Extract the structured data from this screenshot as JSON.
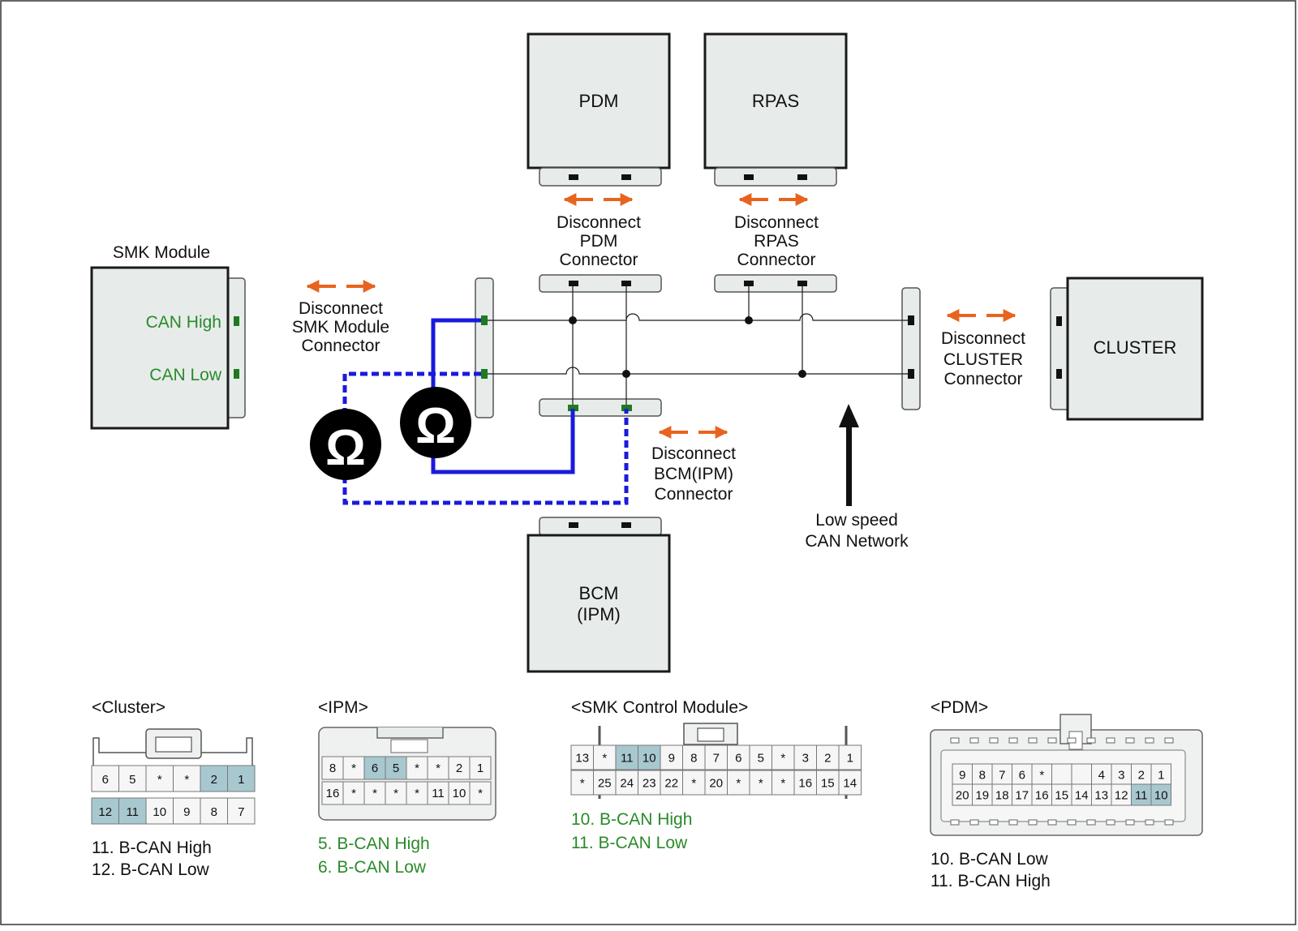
{
  "modules": {
    "pdm": "PDM",
    "rpas": "RPAS",
    "smk": "SMK Module",
    "can_high": "CAN High",
    "can_low": "CAN Low",
    "cluster": "CLUSTER",
    "bcm_line1": "BCM",
    "bcm_line2": "(IPM)"
  },
  "labels": {
    "pdm_disc": [
      "Disconnect",
      "PDM",
      "Connector"
    ],
    "rpas_disc": [
      "Disconnect",
      "RPAS",
      "Connector"
    ],
    "smk_disc": [
      "Disconnect",
      "SMK Module",
      "Connector"
    ],
    "cluster_disc": [
      "Disconnect",
      "CLUSTER",
      "Connector"
    ],
    "bcm_disc": [
      "Disconnect",
      "BCM(IPM)",
      "Connector"
    ],
    "network": [
      "Low speed",
      "CAN Network"
    ],
    "ohm_symbol": "Ω"
  },
  "colors": {
    "arrow": "#e8641e",
    "wire": "#1a1adc",
    "green_text": "#2a8a2a",
    "pin_highlight": "#a8c8d0",
    "module_fill": "#e7ecea"
  },
  "connectors": {
    "cluster": {
      "title": "<Cluster>",
      "row1": [
        "6",
        "5",
        "*",
        "*",
        "2",
        "1"
      ],
      "row2": [
        "12",
        "11",
        "10",
        "9",
        "8",
        "7"
      ],
      "notes": [
        "11. B-CAN High",
        "12. B-CAN Low"
      ]
    },
    "ipm": {
      "title": "<IPM>",
      "row1": [
        "8",
        "*",
        "6",
        "5",
        "*",
        "*",
        "2",
        "1"
      ],
      "row2": [
        "16",
        "*",
        "*",
        "*",
        "*",
        "11",
        "10",
        "*"
      ],
      "notes": [
        "5. B-CAN High",
        "6. B-CAN Low"
      ]
    },
    "smk": {
      "title": "<SMK Control Module>",
      "row1": [
        "13",
        "*",
        "11",
        "10",
        "9",
        "8",
        "7",
        "6",
        "5",
        "*",
        "3",
        "2",
        "1"
      ],
      "row2": [
        "*",
        "25",
        "24",
        "23",
        "22",
        "*",
        "20",
        "*",
        "*",
        "*",
        "16",
        "15",
        "14"
      ],
      "notes": [
        "10. B-CAN High",
        "11. B-CAN Low"
      ]
    },
    "pdm": {
      "title": "<PDM>",
      "row1": [
        "9",
        "8",
        "7",
        "6",
        "*",
        "",
        "",
        "4",
        "3",
        "2",
        "1"
      ],
      "row2": [
        "20",
        "19",
        "18",
        "17",
        "16",
        "15",
        "14",
        "13",
        "12",
        "11",
        "10"
      ],
      "notes": [
        "10. B-CAN Low",
        "11. B-CAN High"
      ]
    }
  }
}
